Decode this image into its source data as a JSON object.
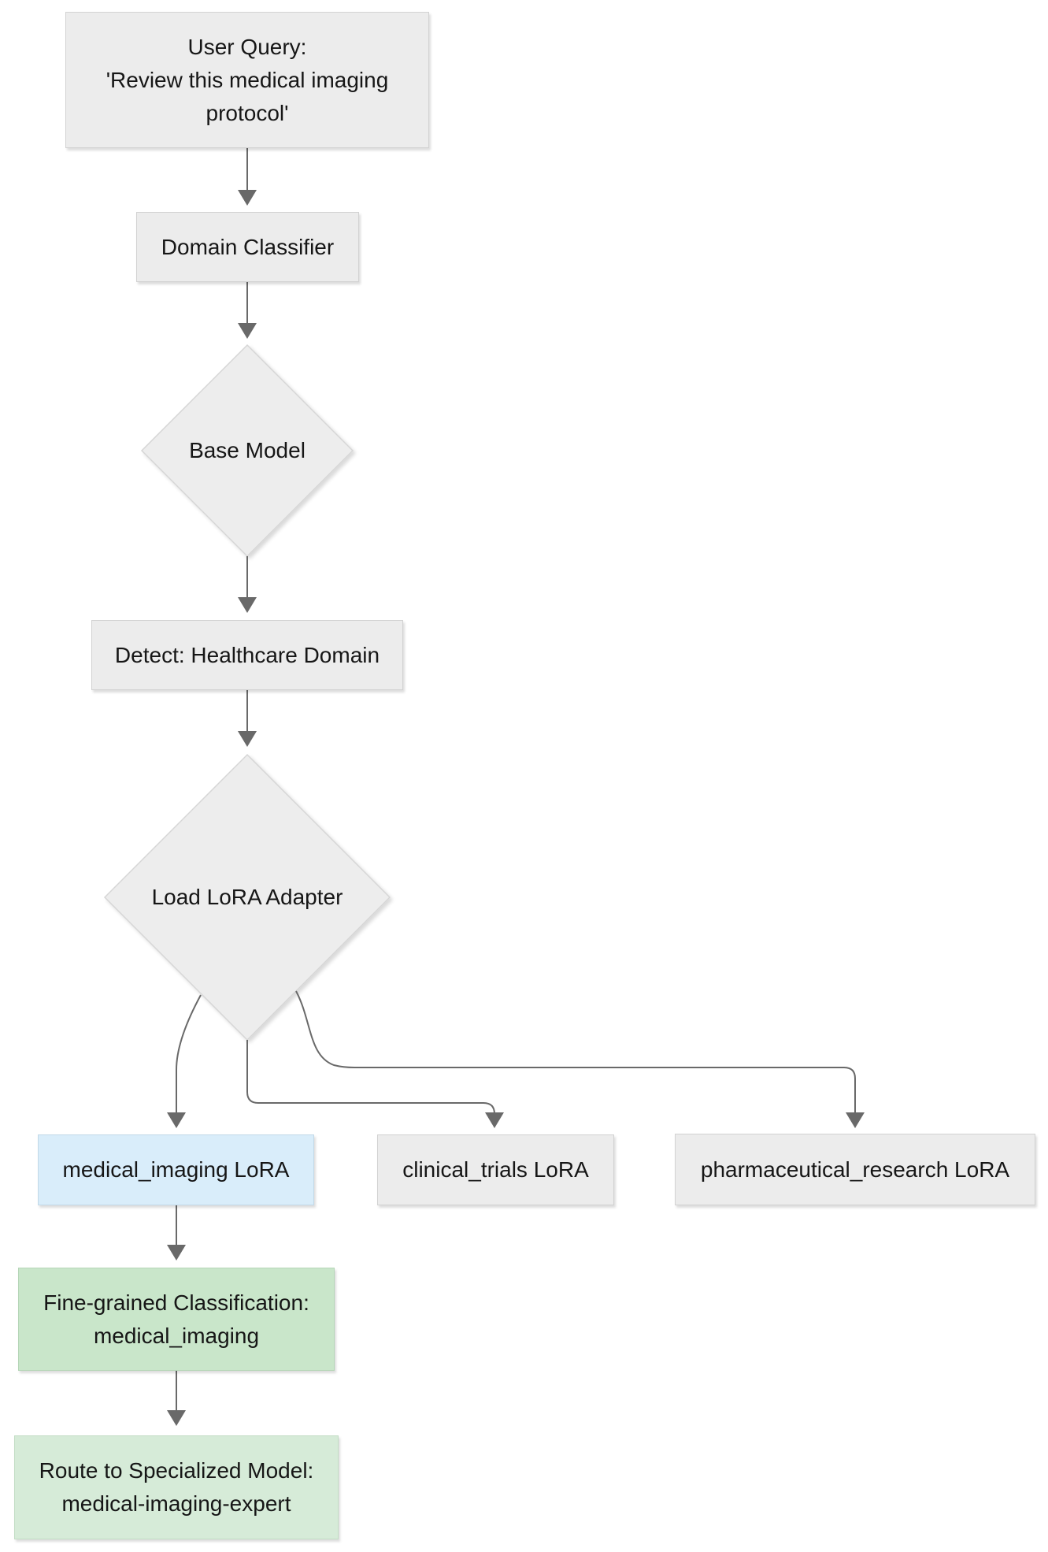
{
  "diagram": {
    "type": "flowchart",
    "direction": "top-down",
    "background": "#ffffff",
    "colors": {
      "node_fill_gray": "#ececec",
      "node_border_gray": "#d2d2d2",
      "node_fill_blue": "#d9edfa",
      "node_fill_green_dark": "#c9e6ca",
      "node_fill_green_light": "#d6ebd8",
      "arrow": "#696969",
      "text": "#161616"
    },
    "nodes": {
      "user_query": {
        "shape": "rect",
        "label": "User Query:\n'Review this medical imaging\nprotocol'"
      },
      "domain_classifier": {
        "shape": "rect",
        "label": "Domain Classifier"
      },
      "base_model": {
        "shape": "diamond",
        "label": "Base Model"
      },
      "detect_healthcare": {
        "shape": "rect",
        "label": "Detect: Healthcare Domain"
      },
      "load_lora_adapter": {
        "shape": "diamond",
        "label": "Load LoRA Adapter"
      },
      "medical_imaging_lora": {
        "shape": "rect",
        "label": "medical_imaging LoRA",
        "highlight": "blue"
      },
      "clinical_trials_lora": {
        "shape": "rect",
        "label": "clinical_trials LoRA"
      },
      "pharmaceutical_research_lora": {
        "shape": "rect",
        "label": "pharmaceutical_research LoRA"
      },
      "fine_grained_classification": {
        "shape": "rect",
        "label": "Fine-grained Classification:\nmedical_imaging",
        "highlight": "green"
      },
      "route_specialized_model": {
        "shape": "rect",
        "label": "Route to Specialized Model:\nmedical-imaging-expert",
        "highlight": "green"
      }
    },
    "edges": [
      {
        "from": "user_query",
        "to": "domain_classifier"
      },
      {
        "from": "domain_classifier",
        "to": "base_model"
      },
      {
        "from": "base_model",
        "to": "detect_healthcare"
      },
      {
        "from": "detect_healthcare",
        "to": "load_lora_adapter"
      },
      {
        "from": "load_lora_adapter",
        "to": "medical_imaging_lora"
      },
      {
        "from": "load_lora_adapter",
        "to": "clinical_trials_lora"
      },
      {
        "from": "load_lora_adapter",
        "to": "pharmaceutical_research_lora"
      },
      {
        "from": "medical_imaging_lora",
        "to": "fine_grained_classification"
      },
      {
        "from": "fine_grained_classification",
        "to": "route_specialized_model"
      }
    ]
  }
}
